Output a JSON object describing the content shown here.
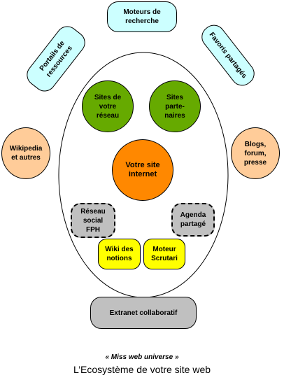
{
  "diagram": {
    "nodes": {
      "moteurs_recherche": "Moteurs de\nrecherche",
      "portails_ressources": "Portails de\nressources",
      "favoris_partages": "Favoris partagés",
      "sites_reseau": "Sites de\nvotre\nréseau",
      "sites_partenaires": "Sites\nparte-\nnaires",
      "wikipedia": "Wikipedia\net autres",
      "votre_site": "Votre site\ninternet",
      "blogs": "Blogs,\nforum,\npresse",
      "reseau_social": "Réseau\nsocial\nFPH",
      "agenda": "Agenda\npartagé",
      "wiki_notions": "Wiki des\nnotions",
      "moteur_scrutari": "Moteur\nScrutari",
      "extranet": "Extranet collaboratif"
    },
    "colors": {
      "cyan": "#ccffff",
      "green": "#66aa00",
      "orange_light": "#ffcc99",
      "orange": "#ff8800",
      "grey": "#c0c0c0",
      "yellow": "#ffff00",
      "ellipse_stroke": "#000000"
    }
  },
  "caption": {
    "line1": "« Miss web universe »",
    "line2": "L’Ecosystème de votre site web"
  }
}
